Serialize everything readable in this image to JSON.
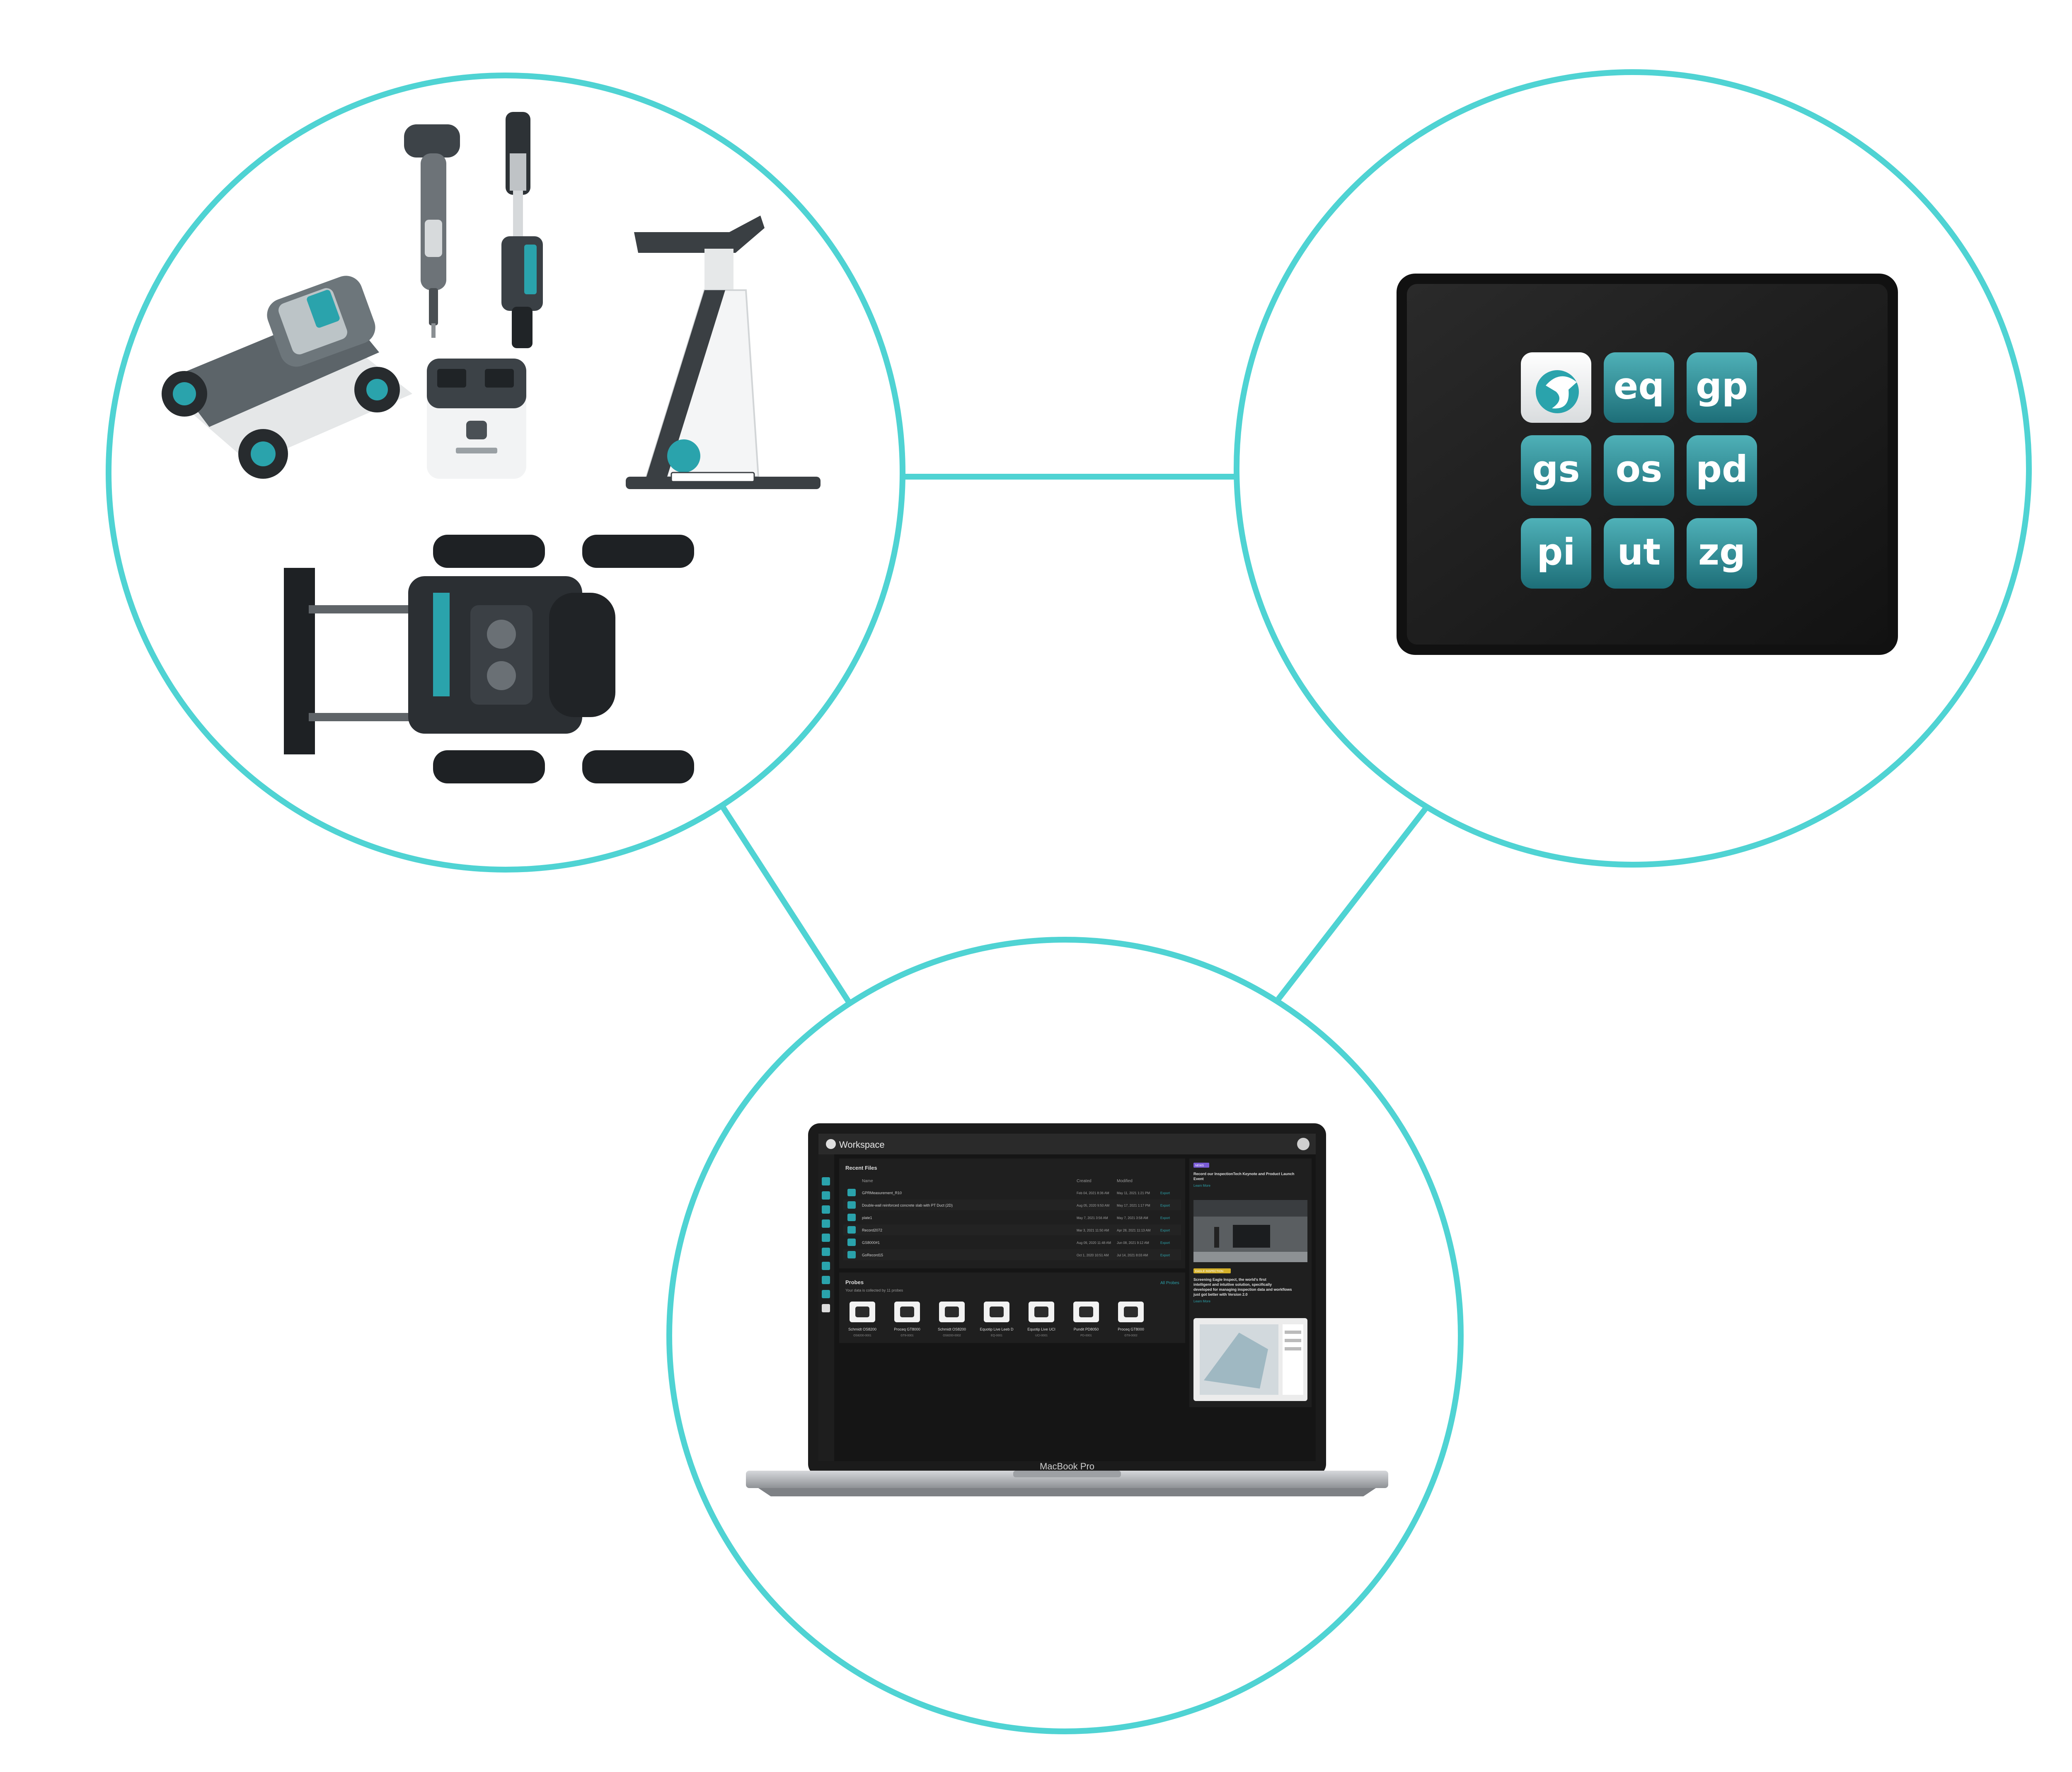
{
  "colors": {
    "ring": "#4fd3d3",
    "brand_teal": "#2aa3ac",
    "tile_teal": "#2f8f98",
    "device_dark": "#1a1a1a",
    "screen_dark": "#141414",
    "panel_dark": "#222222",
    "laptop_silver": "#b9bcc0",
    "white": "#ffffff"
  },
  "tablet": {
    "app_tiles": [
      {
        "label": "",
        "icon": "eagle-logo-icon"
      },
      {
        "label": "eq"
      },
      {
        "label": "gp"
      },
      {
        "label": "gs"
      },
      {
        "label": "os"
      },
      {
        "label": "pd"
      },
      {
        "label": "pi"
      },
      {
        "label": "ut"
      },
      {
        "label": "zg"
      }
    ]
  },
  "laptop": {
    "brand_label": "MacBook Pro",
    "app": {
      "title": "Workspace",
      "recent_files": {
        "heading": "Recent Files",
        "columns": [
          "Name",
          "Created",
          "Modified"
        ],
        "rows": [
          {
            "name": "GPRMeasurement_R10",
            "created": "Feb 04, 2021 8:36 AM",
            "modified": "May 11, 2021 1:21 PM",
            "action": "Export"
          },
          {
            "name": "Double-wall reinforced concrete slab with PT Duct (2D)",
            "created": "Aug 05, 2020 9:50 AM",
            "modified": "May 17, 2021 1:17 PM",
            "action": "Export"
          },
          {
            "name": "plate1",
            "created": "May 7, 2021 3:56 AM",
            "modified": "May 7, 2021 3:58 AM",
            "action": "Export"
          },
          {
            "name": "Record2072",
            "created": "Mar 3, 2021 11:50 AM",
            "modified": "Apr 28, 2021 11:13 AM",
            "action": "Export"
          },
          {
            "name": "GS8000#1",
            "created": "Aug 09, 2020 11:48 AM",
            "modified": "Jun 08, 2021 9:12 AM",
            "action": "Export"
          },
          {
            "name": "GoRecord15",
            "created": "Oct 1, 2020 10:51 AM",
            "modified": "Jul 14, 2021 8:03 AM",
            "action": "Export"
          }
        ]
      },
      "probes": {
        "heading": "Probes",
        "subtitle": "Your data is collected by 11 probes",
        "link": "All Probes",
        "items": [
          {
            "name": "Schmidt OS8200",
            "serial": "OS8200-0001"
          },
          {
            "name": "Proceq GT8000",
            "serial": "GT8-0001"
          },
          {
            "name": "Schmidt OS8200",
            "serial": "OS8200-0002"
          },
          {
            "name": "Equotip Live Leeb D",
            "serial": "EQ-0001"
          },
          {
            "name": "Equotip Live UCI",
            "serial": "UCI-0001"
          },
          {
            "name": "Pundit PD8050",
            "serial": "PD-0001"
          },
          {
            "name": "Proceq GT8000",
            "serial": "GT8-0002"
          }
        ]
      },
      "news": [
        {
          "badge": "NEWS",
          "title": "Record our InspectionTech Keynote and Product Launch Event",
          "link": "Learn More"
        },
        {
          "badge": "EAGLE INSPECTION",
          "title": "Screening Eagle Inspect, the world's first intelligent and intuitive solution, specifically developed for managing inspection data and workflows just got better with Version 2.0",
          "link": "Learn More"
        }
      ]
    }
  }
}
